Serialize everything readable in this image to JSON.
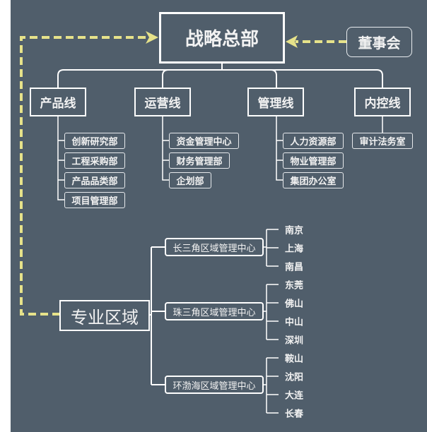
{
  "headquarters": "战略总部",
  "board": "董事会",
  "lines": [
    {
      "label": "产品线",
      "items": [
        "创新研究部",
        "工程采购部",
        "产品品类部",
        "项目管理部"
      ]
    },
    {
      "label": "运营线",
      "items": [
        "资金管理中心",
        "财务管理部",
        "企划部"
      ]
    },
    {
      "label": "管理线",
      "items": [
        "人力资源部",
        "物业管理部",
        "集团办公室"
      ]
    },
    {
      "label": "内控线",
      "items": [
        "审计法务室"
      ]
    }
  ],
  "regions": {
    "label": "专业区域",
    "centers": [
      {
        "label": "长三角区域管理中心",
        "cities": [
          "南京",
          "上海",
          "南昌"
        ]
      },
      {
        "label": "珠三角区域管理中心",
        "cities": [
          "东莞",
          "佛山",
          "中山",
          "深圳"
        ]
      },
      {
        "label": "环渤海区域管理中心",
        "cities": [
          "鞍山",
          "沈阳",
          "大连",
          "长春"
        ]
      }
    ]
  },
  "colors": {
    "background": "#505e6b",
    "dashed_arrow": "#e6e28a",
    "line": "#ffffff"
  }
}
